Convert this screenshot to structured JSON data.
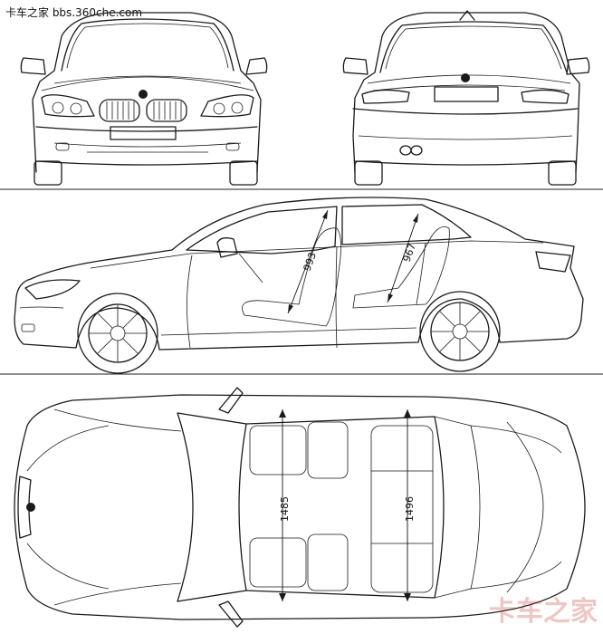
{
  "watermark": {
    "top": "卡车之家 bbs.360che.com",
    "bottom": "卡车之家"
  },
  "dimensions": {
    "side": {
      "front_headroom": "993",
      "rear_headroom": "967"
    },
    "top": {
      "front_shoulder": "1485",
      "rear_shoulder": "1496"
    }
  },
  "colors": {
    "line": "#1a1a1a",
    "background": "#ffffff",
    "watermark_bottom": "#c0392b"
  }
}
